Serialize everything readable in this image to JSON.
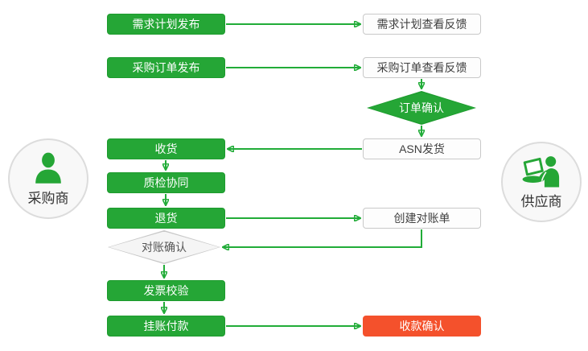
{
  "colors": {
    "green": "#25a636",
    "green-border": "#1d9b2e",
    "arrow": "#21ac38",
    "red": "#f4512c",
    "box-bg": "#fdfdfd",
    "box-border": "#c9c9c9",
    "diamond-gray-bg": "#f5f5f5",
    "diamond-gray-border": "#c8c8c8",
    "circle-bg": "#f8f8f8",
    "circle-border": "#dcdcdc",
    "text-dark": "#3f3f3f",
    "text-diamond": "#555555"
  },
  "actors": {
    "buyer": {
      "label": "采购商"
    },
    "supplier": {
      "label": "供应商"
    }
  },
  "nodes": {
    "demand_plan_publish": {
      "label": "需求计划发布",
      "type": "process",
      "actor": "buyer"
    },
    "demand_plan_feedback": {
      "label": "需求计划查看反馈",
      "type": "document",
      "actor": "supplier"
    },
    "po_publish": {
      "label": "采购订单发布",
      "type": "process",
      "actor": "buyer"
    },
    "po_feedback": {
      "label": "采购订单查看反馈",
      "type": "document",
      "actor": "supplier"
    },
    "order_confirm": {
      "label": "订单确认",
      "type": "decision",
      "actor": "supplier"
    },
    "asn_ship": {
      "label": "ASN发货",
      "type": "document",
      "actor": "supplier"
    },
    "receive": {
      "label": "收货",
      "type": "process",
      "actor": "buyer"
    },
    "quality_check": {
      "label": "质检协同",
      "type": "process",
      "actor": "buyer"
    },
    "return_goods": {
      "label": "退货",
      "type": "process",
      "actor": "buyer"
    },
    "create_statement": {
      "label": "创建对账单",
      "type": "document",
      "actor": "supplier"
    },
    "statement_confirm": {
      "label": "对账确认",
      "type": "decision",
      "actor": "buyer"
    },
    "invoice_verify": {
      "label": "发票校验",
      "type": "process",
      "actor": "buyer"
    },
    "payment": {
      "label": "挂账付款",
      "type": "process",
      "actor": "buyer"
    },
    "receipt_confirm": {
      "label": "收款确认",
      "type": "terminal",
      "actor": "supplier"
    }
  }
}
